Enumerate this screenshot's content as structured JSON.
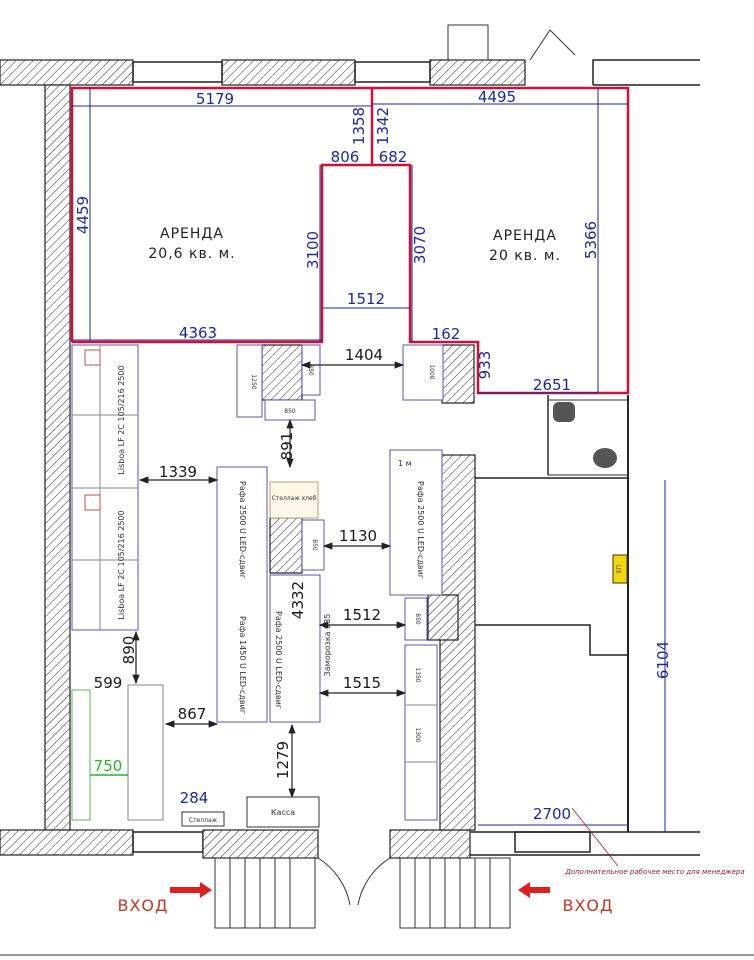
{
  "rooms": {
    "rent_left": {
      "title": "АРЕНДА",
      "area": "20,6  кв. м."
    },
    "rent_right": {
      "title": "АРЕНДА",
      "area": "20  кв. м."
    }
  },
  "dimensions": {
    "d5179": "5179",
    "d4495": "4495",
    "d4459": "4459",
    "d3100": "3100",
    "d3070": "3070",
    "d5366": "5366",
    "d1512a": "1512",
    "d4363": "4363",
    "d806": "806",
    "d682": "682",
    "d1358": "1358",
    "d1342": "1342",
    "d162": "162",
    "d933": "933",
    "d2651": "2651",
    "d1404": "1404",
    "d891": "891",
    "d1339": "1339",
    "d1130": "1130",
    "d4332": "4332",
    "d1512b": "1512",
    "d1515": "1515",
    "d890": "890",
    "d599": "599",
    "d867": "867",
    "d750": "750",
    "d1279": "1279",
    "d284": "284",
    "d2700": "2700",
    "d6104": "6104"
  },
  "fixtures": {
    "wall_case_1": "Lisboa LF 2C 105/216 2500",
    "wall_case_2": "Lisboa LF 2C 105/216 2500",
    "island_1": "Рафа 2500 U LED-сдвиг",
    "island_2": "Рафа 2500 U LED-сдвиг",
    "island_3": "Рафа 1450 U LED-сдвиг",
    "island_4": "Рафа 2500 U LED-сдвиг",
    "freezer": "Заморозка 935",
    "bread": "Стеллаж хлеб",
    "one_m": "1 м",
    "w850a": "850",
    "w850b": "850",
    "w850c": "850",
    "w850d": "850",
    "w1250": "1250",
    "w1000": "1000",
    "w1300": "1300",
    "w1350": "1350",
    "checkout": "Касса",
    "ep": "ЕП",
    "shelf": "Стеллаж"
  },
  "notes": {
    "extra_workplace": "Дополнительное рабочее место для менеджера"
  },
  "entrances": {
    "left": "ВХОД",
    "right": "ВХОД"
  },
  "colors": {
    "rent_outline": "#d0103a",
    "dimension_blue": "#1b2a9c",
    "entry_red": "#c0392b",
    "ep_yellow": "#f5d800"
  }
}
